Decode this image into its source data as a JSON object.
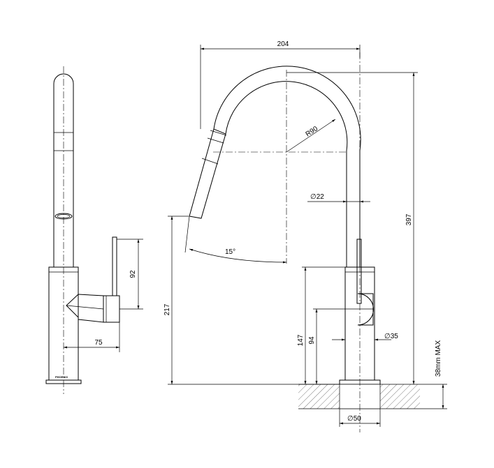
{
  "dimensions": {
    "overall_width": "204",
    "radius": "R90",
    "spout_diameter": "22",
    "spray_angle": "15°",
    "overall_height": "397",
    "spout_outlet_height": "217",
    "lever_body_height": "147",
    "handle_center_height": "94",
    "body_diameter": "35",
    "base_diameter": "50",
    "bench_thickness": "38mm MAX",
    "handle_height": "92",
    "handle_reach": "75"
  },
  "symbols": {
    "diameter": "∅"
  },
  "brand": {
    "logo_text": "PHOENIX"
  }
}
